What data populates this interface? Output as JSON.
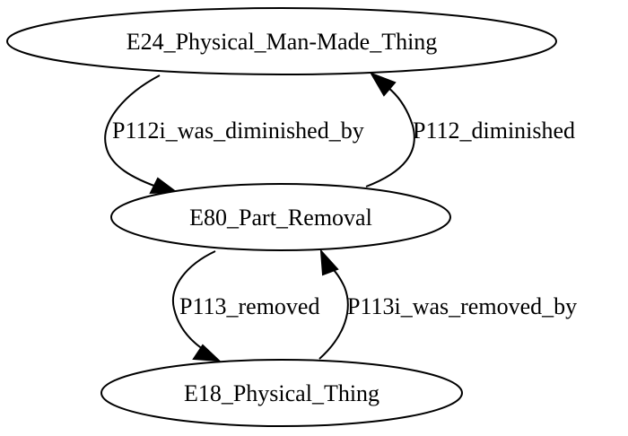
{
  "nodes": [
    {
      "id": "e24",
      "label": "E24_Physical_Man-Made_Thing"
    },
    {
      "id": "e80",
      "label": "E80_Part_Removal"
    },
    {
      "id": "e18",
      "label": "E18_Physical_Thing"
    }
  ],
  "edges": [
    {
      "id": "p112i",
      "from": "e24",
      "to": "e80",
      "label": "P112i_was_diminished_by"
    },
    {
      "id": "p112",
      "from": "e80",
      "to": "e24",
      "label": "P112_diminished"
    },
    {
      "id": "p113",
      "from": "e80",
      "to": "e18",
      "label": "P113_removed"
    },
    {
      "id": "p113i",
      "from": "e18",
      "to": "e80",
      "label": "P113i_was_removed_by"
    }
  ],
  "colors": {
    "stroke": "#000000",
    "background": "#ffffff"
  }
}
